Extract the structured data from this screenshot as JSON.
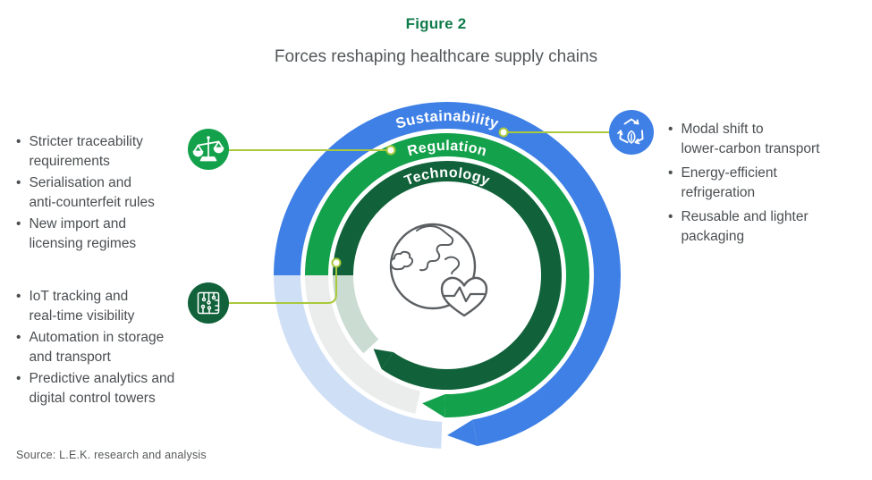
{
  "header": {
    "figure_label": "Figure 2",
    "title": "Forces reshaping healthcare supply chains"
  },
  "diagram": {
    "center_icon": "globe-with-heartbeat",
    "connector_color": "#a9c83b",
    "rings": [
      {
        "id": "sustainability",
        "label": "Sustainability",
        "color": "#3f80e6",
        "tint": "#cfdff6"
      },
      {
        "id": "regulation",
        "label": "Regulation",
        "color": "#13a14b",
        "tint": "#ebedec"
      },
      {
        "id": "technology",
        "label": "Technology",
        "color": "#11623a",
        "tint": "#cbdcd2"
      }
    ]
  },
  "panels": {
    "regulation": {
      "icon": "scales-icon",
      "items": [
        "Stricter traceability\nrequirements",
        "Serialisation and\nanti-counterfeit rules",
        "New import and\nlicensing regimes"
      ]
    },
    "technology": {
      "icon": "circuit-board-icon",
      "items": [
        "IoT tracking and\nreal-time visibility",
        "Automation in storage\nand transport",
        "Predictive analytics and\ndigital control towers"
      ]
    },
    "sustainability": {
      "icon": "recycle-leaf-icon",
      "items": [
        "Modal shift to\nlower-carbon transport",
        "Energy-efficient\nrefrigeration",
        "Reusable and lighter\npackaging"
      ]
    }
  },
  "footer": {
    "source": "Source: L.E.K. research and analysis"
  }
}
